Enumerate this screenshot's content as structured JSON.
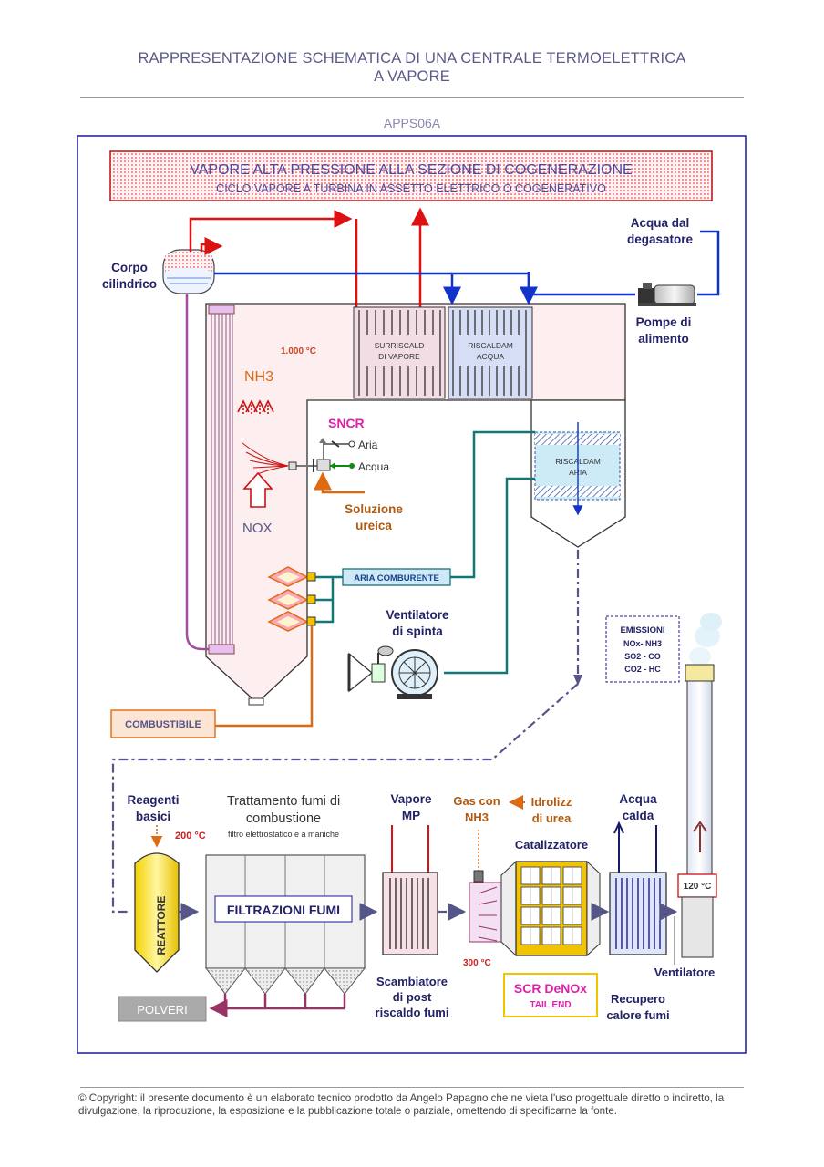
{
  "header": {
    "title_line1": "RAPPRESENTAZIONE SCHEMATICA DI UNA CENTRALE TERMOELETTRICA",
    "title_line2": "A VAPORE",
    "code": "APPS06A"
  },
  "banner": {
    "line1": "VAPORE ALTA PRESSIONE ALLA SEZIONE DI COGENERAZIONE",
    "line2": "CICLO VAPORE A TURBINA IN ASSETTO ELETTRICO O COGENERATIVO"
  },
  "boiler": {
    "drum_label_1": "Corpo",
    "drum_label_2": "cilindrico",
    "temperature": "1.000 °C",
    "nh3": "NH3",
    "nox": "NOX",
    "superheater_1": "SURRISCALD",
    "superheater_2": "DI VAPORE",
    "economizer_1": "RISCALDAM",
    "economizer_2": "ACQUA",
    "water_from_1": "Acqua dal",
    "water_from_2": "degasatore",
    "pumps_1": "Pompe di",
    "pumps_2": "alimento"
  },
  "sncr": {
    "title": "SNCR",
    "air": "Aria",
    "water": "Acqua",
    "urea_1": "Soluzione",
    "urea_2": "ureica"
  },
  "air_heater": {
    "label_1": "RISCALDAM",
    "label_2": "ARIA"
  },
  "combustion": {
    "air": "ARIA COMBURENTE",
    "fan_1": "Ventilatore",
    "fan_2": "di spinta",
    "fuel": "COMBUSTIBILE"
  },
  "emissions": {
    "title": "EMISSIONI",
    "line1": "NOx- NH3",
    "line2": "SO2 - CO",
    "line3": "CO2 - HC"
  },
  "treatment": {
    "reagents_1": "Reagenti",
    "reagents_2": "basici",
    "temp_200": "200 °C",
    "reactor": "REATTORE",
    "title_1": "Trattamento fumi di",
    "title_2": "combustione",
    "subtitle": "filtro elettrostatico e a maniche",
    "filters": "FILTRAZIONI FUMI",
    "dust": "POLVERI",
    "steam_1": "Vapore",
    "steam_2": "MP",
    "exchanger_1": "Scambiatore",
    "exchanger_2": "di post",
    "exchanger_3": "riscaldo fumi",
    "gas_1": "Gas con",
    "gas_2": "NH3",
    "urea_1": "Idrolizz",
    "urea_2": "di urea",
    "catalyst": "Catalizzatore",
    "temp_300": "300 °C",
    "scr_1": "SCR DeNOx",
    "scr_2": "TAIL END",
    "hot_water_1": "Acqua",
    "hot_water_2": "calda",
    "recovery_1": "Recupero",
    "recovery_2": "calore fumi",
    "fan": "Ventilatore",
    "temp_120": "120 °C"
  },
  "footer": {
    "copyright": "© Copyright: il presente documento è un elaborato tecnico prodotto da Angelo Papagno che ne vieta l'uso progettuale diretto o indiretto, la divulgazione, la riproduzione, la esposizione e la pubblicazione totale o parziale, omettendo di specificarne la fonte."
  },
  "colors": {
    "frame": "#1a1a9a",
    "steam": "#dd1111",
    "water": "#1133cc",
    "air": "#117777",
    "urea": "#e06a10",
    "flue": "#555588",
    "dust": "#993366"
  }
}
